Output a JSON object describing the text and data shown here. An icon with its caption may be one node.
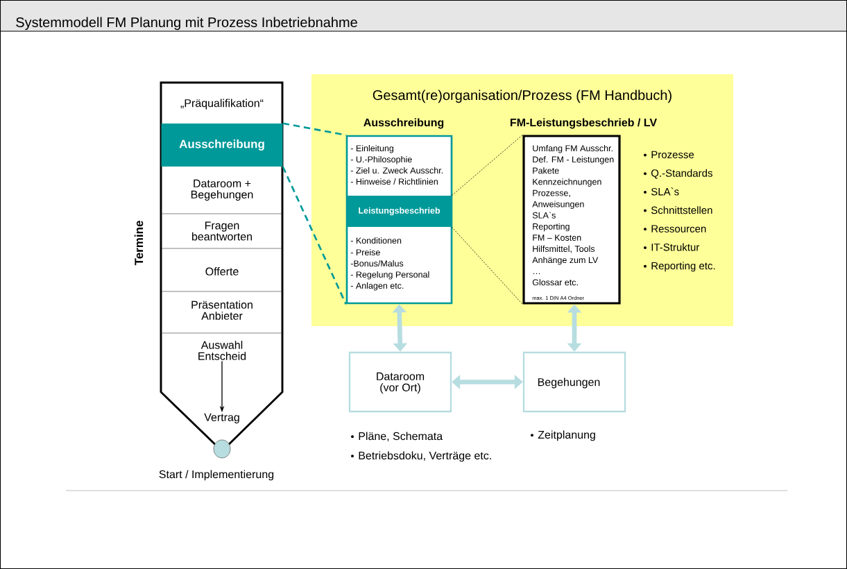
{
  "diagram": {
    "title": "Systemmodell FM Planung mit Prozess Inbetriebnahme",
    "nodes": [
      {
        "text": [
          "Gesamt(re)organisation/Prozess (FM Handbuch)"
        ]
      },
      {
        "text": [],
        "shape": "pentagon",
        "beside": [
          "Termine"
        ]
      },
      {
        "text": [
          "„Präqualifikation“"
        ],
        "in": 1
      },
      {
        "text": [
          "Ausschreibung"
        ],
        "in": 1
      },
      {
        "text": [
          "Dataroom + Begehungen"
        ],
        "in": 1
      },
      {
        "text": [
          "Fragen beantworten"
        ],
        "in": 1
      },
      {
        "text": [
          "Offerte"
        ],
        "in": 1
      },
      {
        "text": [
          "Präsentation Anbieter"
        ],
        "in": 1
      },
      {
        "text": [
          "Auswahl Entscheid"
        ],
        "in": 1
      },
      {
        "text": [
          "Vertrag"
        ],
        "in": 1
      },
      {
        "text": [],
        "shape": "circle",
        "beside": [
          "Start / Implementierung"
        ]
      },
      {
        "text": [
          "Ausschreibung",
          "- Einleitung",
          "- U.-Philosophie",
          "- Ziel u. Zweck Ausschr.",
          "- Hinweise / Richtlinien",
          "- Konditionen",
          "- Preise",
          "-Bonus/Malus",
          "- Regelung Personal",
          "- Anlagen etc."
        ],
        "in": 0
      },
      {
        "text": [
          "Leistungsbeschrieb"
        ],
        "in": 11
      },
      {
        "text": [
          "FM-Leistungsbeschrieb / LV",
          "Umfang FM Ausschr.",
          "Def. FM - Leistungen",
          "Pakete",
          "Kennzeichnungen",
          "Prozesse,",
          "Anweisungen",
          "SLA`s",
          "Reporting",
          "FM – Kosten",
          "Hilfsmittel, Tools",
          "Anhänge zum LV",
          "…",
          "Glossar etc.",
          "max. 1 DIN A4 Ordner"
        ],
        "in": 0
      },
      {
        "text": [
          "Dataroom (vor Ort)"
        ],
        "beside": [
          "Pläne, Schemata",
          "Betriebsdoku, Verträge etc."
        ]
      },
      {
        "text": [
          "Begehungen"
        ],
        "beside": [
          "Zeitplanung"
        ]
      }
    ],
    "edges": [
      {
        "from": 3,
        "to": 11,
        "arrow": "none",
        "style": "dashed",
        "color": "#009999"
      },
      {
        "from": 3,
        "to": 11,
        "arrow": "none",
        "style": "dashed",
        "color": "#009999"
      },
      {
        "from": 12,
        "to": 13,
        "arrow": "none",
        "style": "dashed"
      },
      {
        "from": 12,
        "to": 13,
        "arrow": "none",
        "style": "dashed"
      },
      {
        "from": 8,
        "to": 9,
        "arrow": "to"
      },
      {
        "from": 11,
        "to": 14,
        "arrow": "both",
        "style": "thick",
        "color": "#b7dde0"
      },
      {
        "from": 13,
        "to": 15,
        "arrow": "both",
        "style": "thick",
        "color": "#b7dde0"
      },
      {
        "from": 14,
        "to": 15,
        "arrow": "both",
        "style": "thick",
        "color": "#b7dde0"
      }
    ],
    "labels": [
      "Prozesse",
      "Q.-Standards",
      "SLA`s",
      "Schnittstellen",
      "Ressourcen",
      "IT-Struktur",
      "Reporting etc."
    ]
  }
}
